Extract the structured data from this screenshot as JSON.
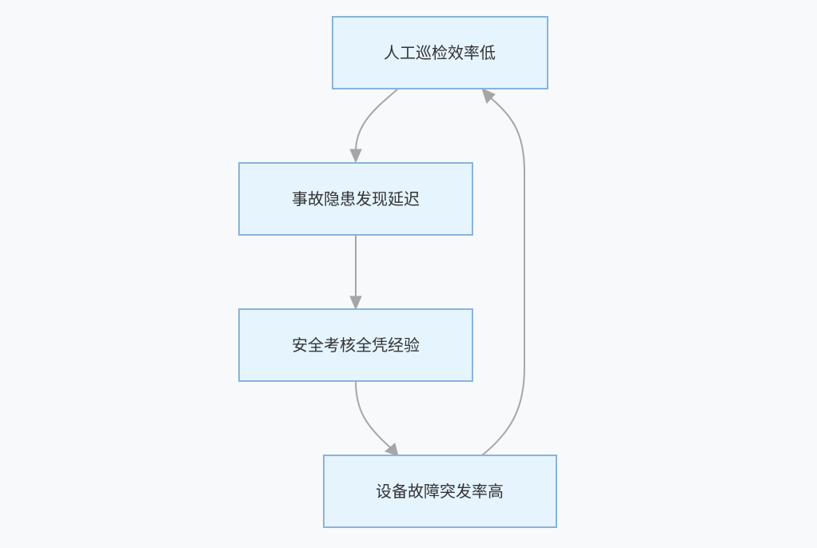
{
  "nodes": {
    "inspection": "人工巡检效率低",
    "hazard": "事故隐患发现延迟",
    "assessment": "安全考核全凭经验",
    "failure": "设备故障突发率高"
  },
  "edges": [
    {
      "from": "inspection",
      "to": "hazard"
    },
    {
      "from": "hazard",
      "to": "assessment"
    },
    {
      "from": "assessment",
      "to": "failure"
    },
    {
      "from": "failure",
      "to": "inspection"
    }
  ]
}
